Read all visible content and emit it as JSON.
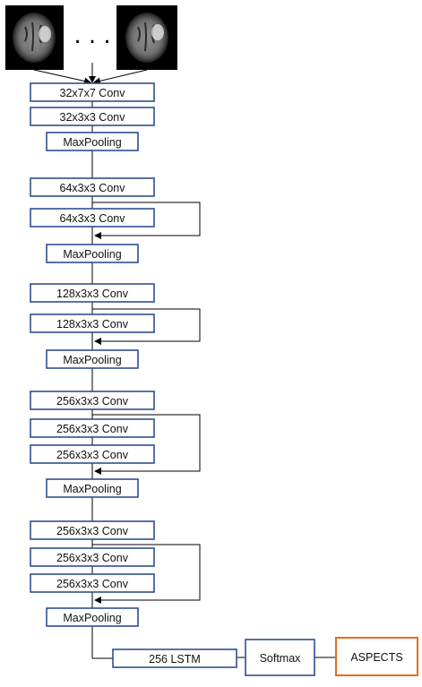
{
  "layers": [
    {
      "id": "conv1",
      "label": "32x7x7 Conv"
    },
    {
      "id": "conv2",
      "label": "32x3x3 Conv"
    },
    {
      "id": "pool1",
      "label": "MaxPooling"
    },
    {
      "id": "conv3",
      "label": "64x3x3 Conv"
    },
    {
      "id": "conv4",
      "label": "64x3x3 Conv"
    },
    {
      "id": "pool2",
      "label": "MaxPooling"
    },
    {
      "id": "conv5",
      "label": "128x3x3 Conv"
    },
    {
      "id": "conv6",
      "label": "128x3x3 Conv"
    },
    {
      "id": "pool3",
      "label": "MaxPooling"
    },
    {
      "id": "conv7",
      "label": "256x3x3 Conv"
    },
    {
      "id": "conv8",
      "label": "256x3x3 Conv"
    },
    {
      "id": "conv9",
      "label": "256x3x3 Conv"
    },
    {
      "id": "pool4",
      "label": "MaxPooling"
    },
    {
      "id": "conv10",
      "label": "256x3x3 Conv"
    },
    {
      "id": "conv11",
      "label": "256x3x3 Conv"
    },
    {
      "id": "conv12",
      "label": "256x3x3 Conv"
    },
    {
      "id": "pool5",
      "label": "MaxPooling"
    }
  ],
  "head": [
    {
      "id": "lstm",
      "label": "256 LSTM"
    },
    {
      "id": "softmax",
      "label": "Softmax"
    },
    {
      "id": "output",
      "label": "ASPECTS"
    }
  ],
  "input": {
    "ellipsis": ". . ."
  },
  "colors": {
    "layer_border": "#2f4f8f",
    "output_border": "#e46c1e",
    "line": "#000000"
  }
}
